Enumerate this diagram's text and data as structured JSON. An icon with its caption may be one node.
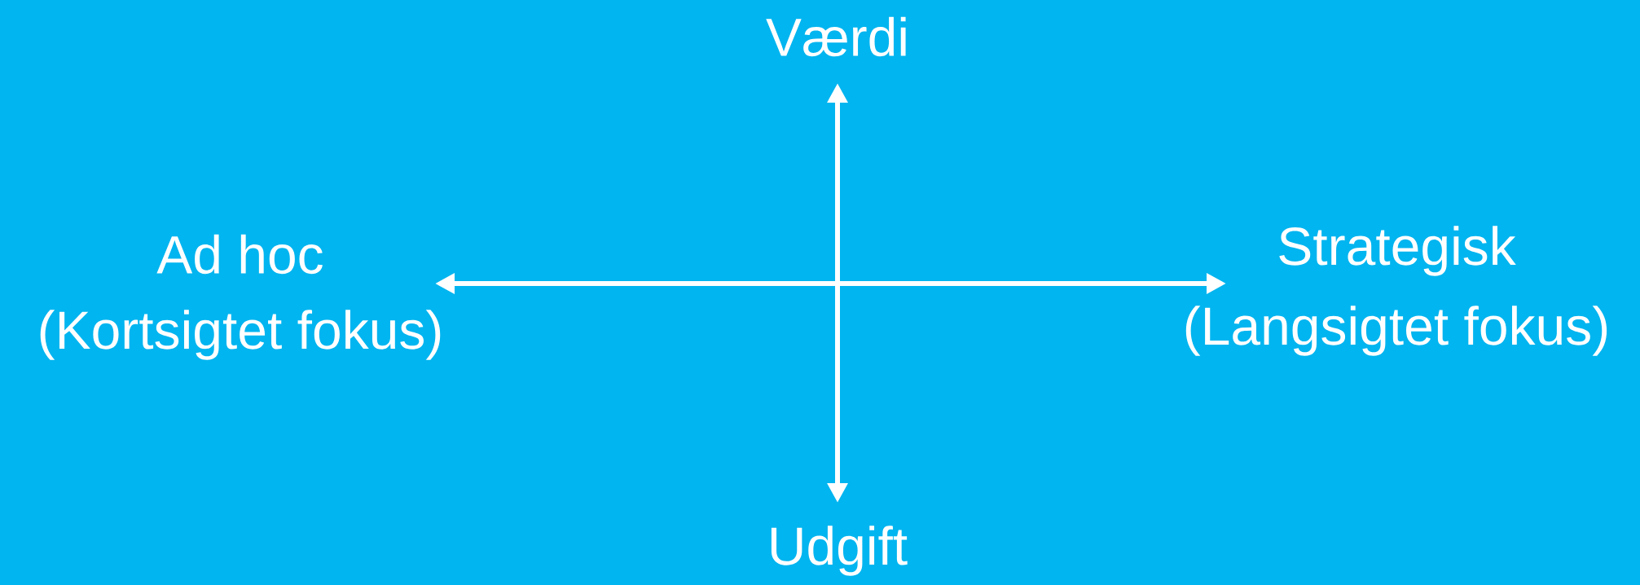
{
  "diagram": {
    "labels": [
      "Værdi",
      "Ad hoc",
      "(Kortsigtet fokus)",
      "Strategisk",
      "(Langsigtet fokus)",
      "Udgift"
    ]
  }
}
